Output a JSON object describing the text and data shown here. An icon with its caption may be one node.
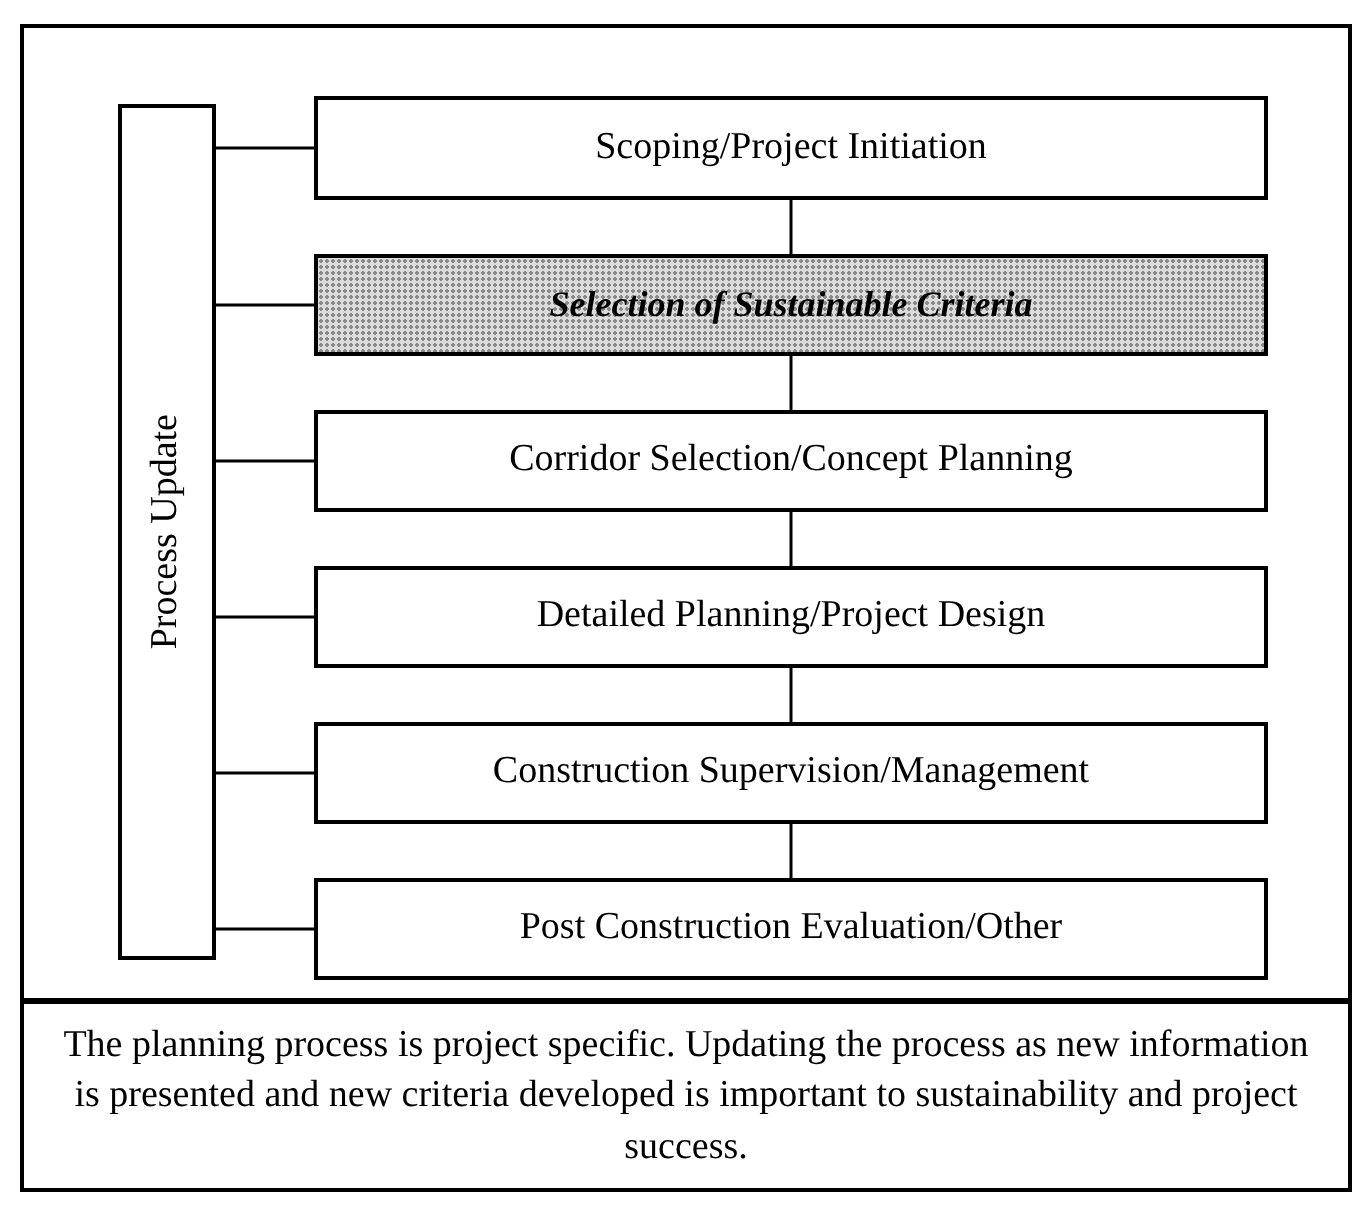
{
  "diagram": {
    "nodes": [
      {
        "text": [
          "Process Update"
        ]
      },
      {
        "text": [
          "Scoping/Project Initiation"
        ]
      },
      {
        "text": [
          "Selection of Sustainable Criteria"
        ]
      },
      {
        "text": [
          "Corridor Selection/Concept Planning"
        ]
      },
      {
        "text": [
          "Detailed Planning/Project Design"
        ]
      },
      {
        "text": [
          "Construction Supervision/Management"
        ]
      },
      {
        "text": [
          "Post Construction Evaluation/Other"
        ]
      },
      {
        "text": [
          "The planning process is project specific. Updating the process as new information is presented and new criteria developed is important to sustainability and project success."
        ]
      }
    ],
    "edges": [
      {
        "from": 0,
        "to": 1,
        "arrow": "none"
      },
      {
        "from": 0,
        "to": 2,
        "arrow": "none"
      },
      {
        "from": 0,
        "to": 3,
        "arrow": "none"
      },
      {
        "from": 0,
        "to": 4,
        "arrow": "none"
      },
      {
        "from": 0,
        "to": 5,
        "arrow": "none"
      },
      {
        "from": 0,
        "to": 6,
        "arrow": "none"
      },
      {
        "from": 1,
        "to": 2,
        "arrow": "none"
      },
      {
        "from": 2,
        "to": 3,
        "arrow": "none"
      },
      {
        "from": 3,
        "to": 4,
        "arrow": "none"
      },
      {
        "from": 4,
        "to": 5,
        "arrow": "none"
      },
      {
        "from": 5,
        "to": 6,
        "arrow": "none"
      }
    ]
  }
}
